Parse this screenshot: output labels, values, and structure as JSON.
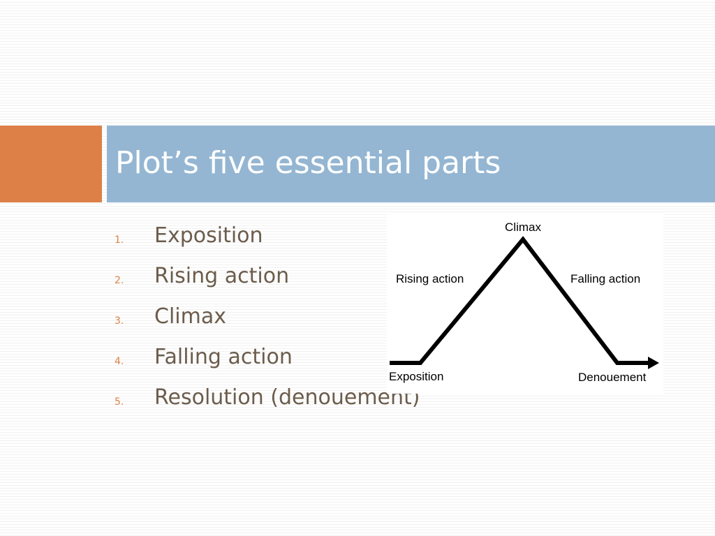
{
  "slide": {
    "title": "Plot’s five essential parts",
    "accent_color": "#dd8047",
    "title_bar_color": "#94b6d2",
    "text_color": "#6b5c4c"
  },
  "list": [
    {
      "number": "1.",
      "label": "Exposition"
    },
    {
      "number": "2.",
      "label": "Rising action"
    },
    {
      "number": "3.",
      "label": "Climax"
    },
    {
      "number": "4.",
      "label": "Falling action"
    },
    {
      "number": "5.",
      "label": "Resolution (denouement)"
    }
  ],
  "diagram": {
    "climax_label": "Climax",
    "rising_label": "Rising action",
    "falling_label": "Falling action",
    "exposition_label": "Exposition",
    "denouement_label": "Denouement"
  }
}
